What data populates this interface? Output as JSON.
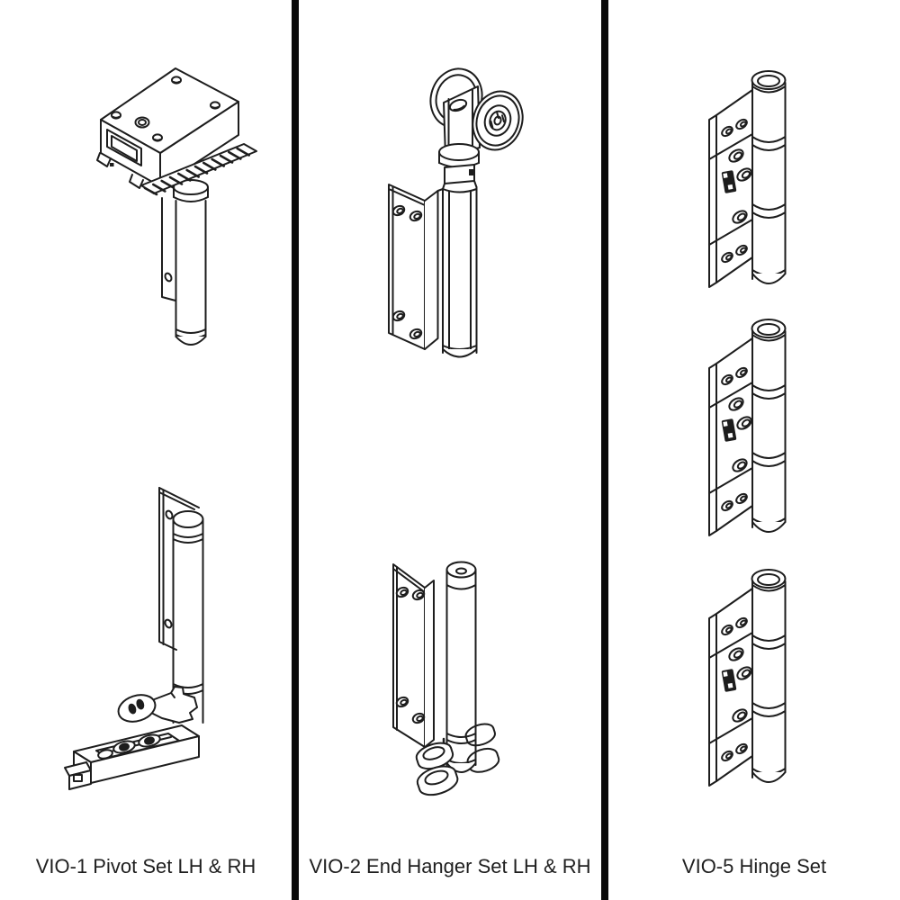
{
  "canvas": {
    "background": "#ffffff",
    "line_color": "#1d1d1d",
    "divider_color": "#0a0a0a",
    "label_color": "#1f1f1f"
  },
  "columns": [
    {
      "label": "VIO-1 Pivot Set LH & RH",
      "illustrations": [
        {
          "name": "top-pivot-drawing"
        },
        {
          "name": "bottom-pivot-drawing"
        }
      ]
    },
    {
      "label": "VIO-2 End Hanger Set LH & RH",
      "illustrations": [
        {
          "name": "roller-end-hanger-drawing"
        },
        {
          "name": "bottom-end-hanger-drawing"
        }
      ]
    },
    {
      "label": "VIO-5 Hinge Set",
      "illustrations": [
        {
          "name": "hinge-drawing"
        },
        {
          "name": "hinge-drawing"
        },
        {
          "name": "hinge-drawing"
        }
      ]
    }
  ]
}
